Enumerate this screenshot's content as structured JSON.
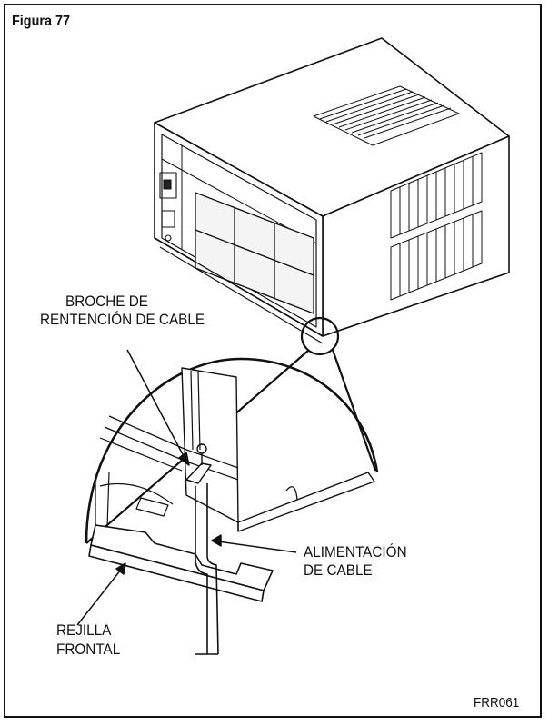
{
  "figure": {
    "title": "Figura 77",
    "code": "FRR061"
  },
  "callouts": {
    "clip_line1": "BROCHE DE",
    "clip_line2": "RENTENCIÓN DE CABLE",
    "cord_line1": "ALIMENTACIÓN",
    "cord_line2": "DE CABLE",
    "grille_line1": "REJILLA",
    "grille_line2": "FRONTAL"
  }
}
